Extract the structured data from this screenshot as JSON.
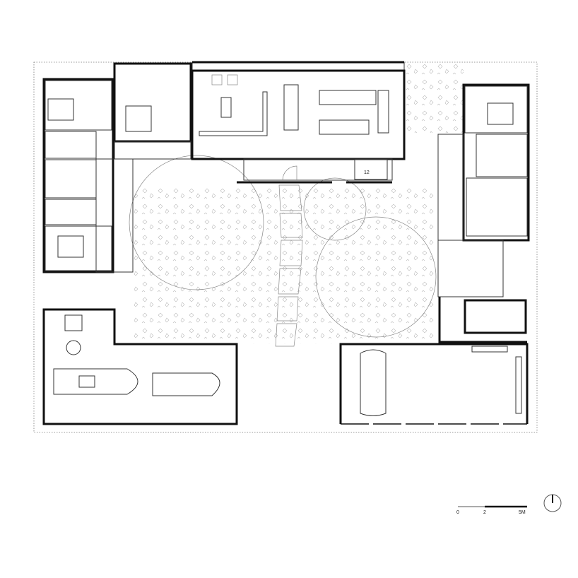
{
  "plan": {
    "room_number_label": "12",
    "scale_bar": {
      "ticks": [
        "0",
        "2",
        "5M"
      ]
    },
    "north_arrow": "north-arrow-icon",
    "colors": {
      "wall": "#111111",
      "line": "#333333",
      "floor_pattern": "#cccccc",
      "background": "#ffffff"
    }
  }
}
